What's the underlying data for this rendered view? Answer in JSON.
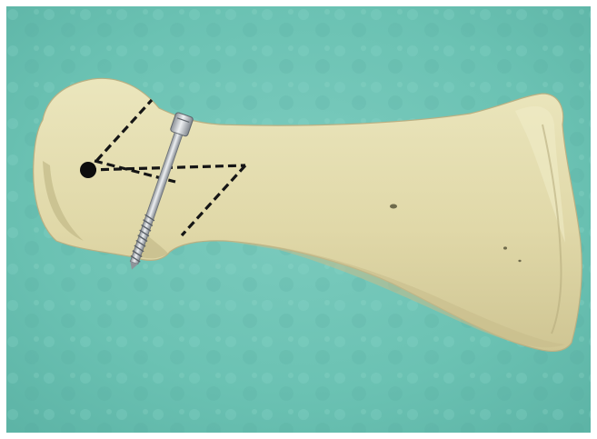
{
  "image": {
    "subject": "bone-with-screw-fixation",
    "colors": {
      "background_teal": "#6fc4b6",
      "bone": "#e3dcad",
      "bone_shadow": "#c9c08f",
      "dashed_line": "#151515",
      "screw": "#c7cbd0"
    },
    "icons": [
      "pivot-point-dot",
      "cortical-screw"
    ]
  }
}
